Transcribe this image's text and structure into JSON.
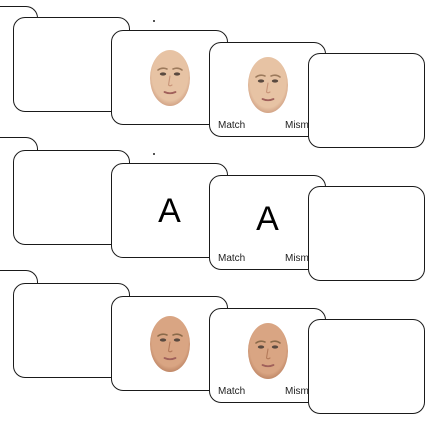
{
  "responses": {
    "match_label": "Match",
    "mismatch_label": "Mism"
  },
  "trials": [
    {
      "stimulus_type": "face",
      "skin": "#e7c3a4",
      "skin_shadow": "#c89478",
      "hair": "#9c7a5c"
    },
    {
      "stimulus_type": "letter",
      "letter": "A"
    },
    {
      "stimulus_type": "face",
      "skin": "#d9a583",
      "skin_shadow": "#b47a5a",
      "hair": "#8a6a4a"
    }
  ],
  "colors": {
    "card_border": "#1a1a1a",
    "card_fill": "#ffffff"
  }
}
